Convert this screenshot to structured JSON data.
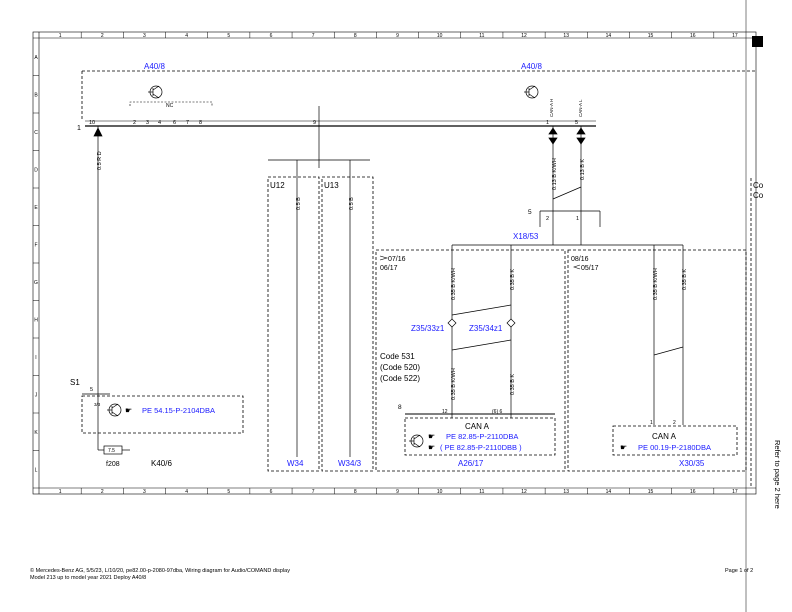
{
  "grid": {
    "columns": [
      "1",
      "2",
      "3",
      "4",
      "5",
      "6",
      "7",
      "8",
      "9",
      "10",
      "11",
      "12",
      "13",
      "14",
      "15",
      "16",
      "17"
    ],
    "rows": [
      "A",
      "B",
      "C",
      "D",
      "E",
      "F",
      "G",
      "H",
      "I",
      "J",
      "K",
      "L"
    ]
  },
  "components": {
    "a40_left": "A40/8",
    "a40_right": "A40/8",
    "nc": "NC",
    "u12": "U12",
    "u13": "U13",
    "x18": "X18/53",
    "s1": "S1",
    "k40": "K40/6",
    "f208": "f208",
    "w34": "W34",
    "w34_3": "W34/3",
    "z35_33": "Z35/33z1",
    "z35_34": "Z35/34z1",
    "a26": "A26/17",
    "x30": "X30/35",
    "can_a_1": "CAN A",
    "can_a_2": "CAN A",
    "code_cut": "Co",
    "code_cut2": "Co"
  },
  "pins": {
    "connector_1": "1",
    "p10": "10",
    "p2": "2",
    "p3": "3",
    "p4": "4",
    "p6": "6",
    "p7": "7",
    "p8": "8",
    "p9": "9",
    "p1r": "1",
    "p5r": "5",
    "x18_5": "5",
    "x18_2": "2",
    "x18_1": "1",
    "s1_5": "5",
    "s1_3": "3/3",
    "fuse": "7.5",
    "a26_8": "8",
    "a26_12": "12",
    "a26_6": "(6) 6",
    "x30_1": "1",
    "x30_2": "2"
  },
  "wires": {
    "w_a40": "0.5 R D",
    "w_u12": "0.5 B",
    "w_u13": "0.5 B",
    "w_can_h": "0.13 B K/WH",
    "w_can_l": "0.13 B K",
    "w_z1": "0.35 B K/WH",
    "w_z2": "0.35 B K",
    "w_z3": "0.35 B K/WH",
    "w_z4": "0.35 B K",
    "w_x1": "0.35 B K/WH",
    "w_x2": "0.35 B K",
    "sig_can_h": "CAN-A H",
    "sig_can_l": "CAN-A L"
  },
  "dates": {
    "d1": "07/16",
    "d2": "06/17",
    "d3": "08/16",
    "d4": "05/17"
  },
  "codes": [
    "Code 531",
    "(Code 520)",
    "(Code 522)"
  ],
  "refs": {
    "r1": "PE 54.15-P-2104DBA",
    "r2": "PE 82.85-P-2110DBA",
    "r3": "( PE 82.85-P-2110DBB )",
    "r4": "PE 00.19-P-2180DBA"
  },
  "side_text": "Refer to page 2 here",
  "footer": {
    "line1": "© Mercedes-Benz AG, 5/5/23, L/10/20, pe82.00-p-2080-97dba, Wiring diagram for Audio/COMAND display",
    "line2": "Model 213 up to model year 2021 Deploy A40/8",
    "page": "Page 1 of 2"
  }
}
